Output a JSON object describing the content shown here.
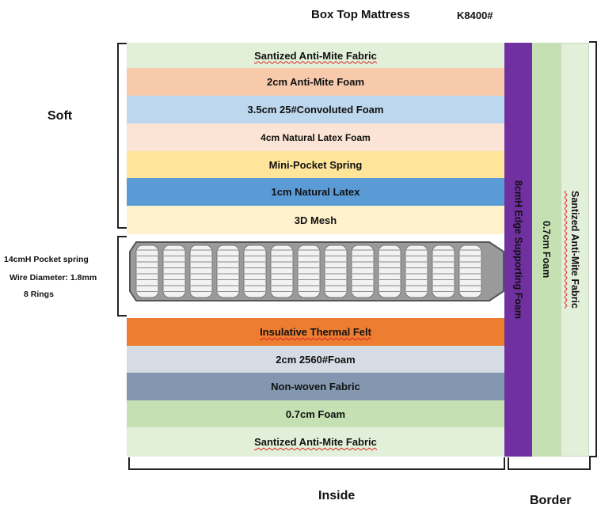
{
  "header": {
    "title": "Box Top Mattress",
    "model": "K8400#"
  },
  "labels": {
    "soft": "Soft",
    "inside": "Inside",
    "border": "Border",
    "spring_lines": [
      "14cmH Pocket spring",
      "Wire Diameter: 1.8mm",
      "8 Rings"
    ]
  },
  "layers_top": [
    {
      "label": "Santized Anti-Mite Fabric",
      "color": "#e2efd9"
    },
    {
      "label": "2cm Anti-Mite Foam",
      "color": "#f7caac"
    },
    {
      "label": "3.5cm 25#Convoluted Foam",
      "color": "#bdd7ee"
    },
    {
      "label": "4cm Natural Latex Foam",
      "color": "#fbe4d5"
    },
    {
      "label": "Mini-Pocket Spring",
      "color": "#ffe599"
    },
    {
      "label": "1cm Natural Latex",
      "color": "#5b9bd5"
    },
    {
      "label": "3D Mesh",
      "color": "#fff2cc"
    }
  ],
  "layers_bottom": [
    {
      "label": "Insulative Thermal Felt",
      "color": "#ed7d31"
    },
    {
      "label": "2cm 2560#Foam",
      "color": "#d6dce4"
    },
    {
      "label": "Non-woven Fabric",
      "color": "#8497b0"
    },
    {
      "label": "0.7cm Foam",
      "color": "#c5e0b3"
    },
    {
      "label": "Santized Anti-Mite Fabric",
      "color": "#e2efd9"
    }
  ],
  "border_columns": [
    {
      "label": "8cmH Edge Supporting Foam",
      "color": "#7030a0"
    },
    {
      "label": "0.7cm Foam",
      "color": "#c5e0b3"
    },
    {
      "label": "Santized Anti-Mite Fabric",
      "color": "#e2efd9"
    }
  ]
}
